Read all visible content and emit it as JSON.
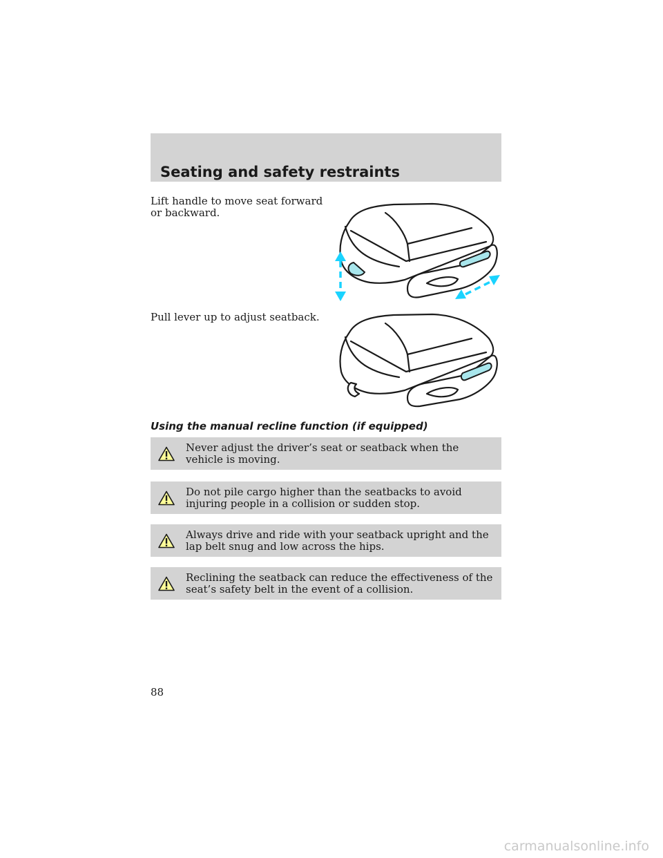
{
  "header": {
    "title": "Seating and safety restraints"
  },
  "instructions": [
    {
      "text": "Lift handle to move seat forward or backward."
    },
    {
      "text": "Pull lever up to adjust seatback."
    }
  ],
  "illustrations": [
    {
      "icon": "seat-with-adjust-arrows-illustration",
      "arrow_color": "#1ad3ff",
      "handle_color": "#a8e6ec"
    },
    {
      "icon": "seat-recline-lever-illustration",
      "lever_color": "#a8e6ec"
    }
  ],
  "subheading": "Using the manual recline function (if equipped)",
  "warnings": [
    {
      "icon": "warning-triangle-icon",
      "text": "Never adjust the driver’s seat or seatback when the vehicle is moving."
    },
    {
      "icon": "warning-triangle-icon",
      "text": "Do not pile cargo higher than the seatbacks to avoid injuring people in a collision or sudden stop."
    },
    {
      "icon": "warning-triangle-icon",
      "text": "Always drive and ride with your seatback upright and the lap belt snug and low across the hips."
    },
    {
      "icon": "warning-triangle-icon",
      "text": "Reclining the seatback can reduce the effectiveness of the seat’s safety belt in the event of a collision."
    }
  ],
  "page_number": "88",
  "watermark": "carmanualsonline.info",
  "colors": {
    "header_bg": "#d3d3d3",
    "warning_bg": "#d3d3d3",
    "warning_icon": "#ffff99"
  }
}
